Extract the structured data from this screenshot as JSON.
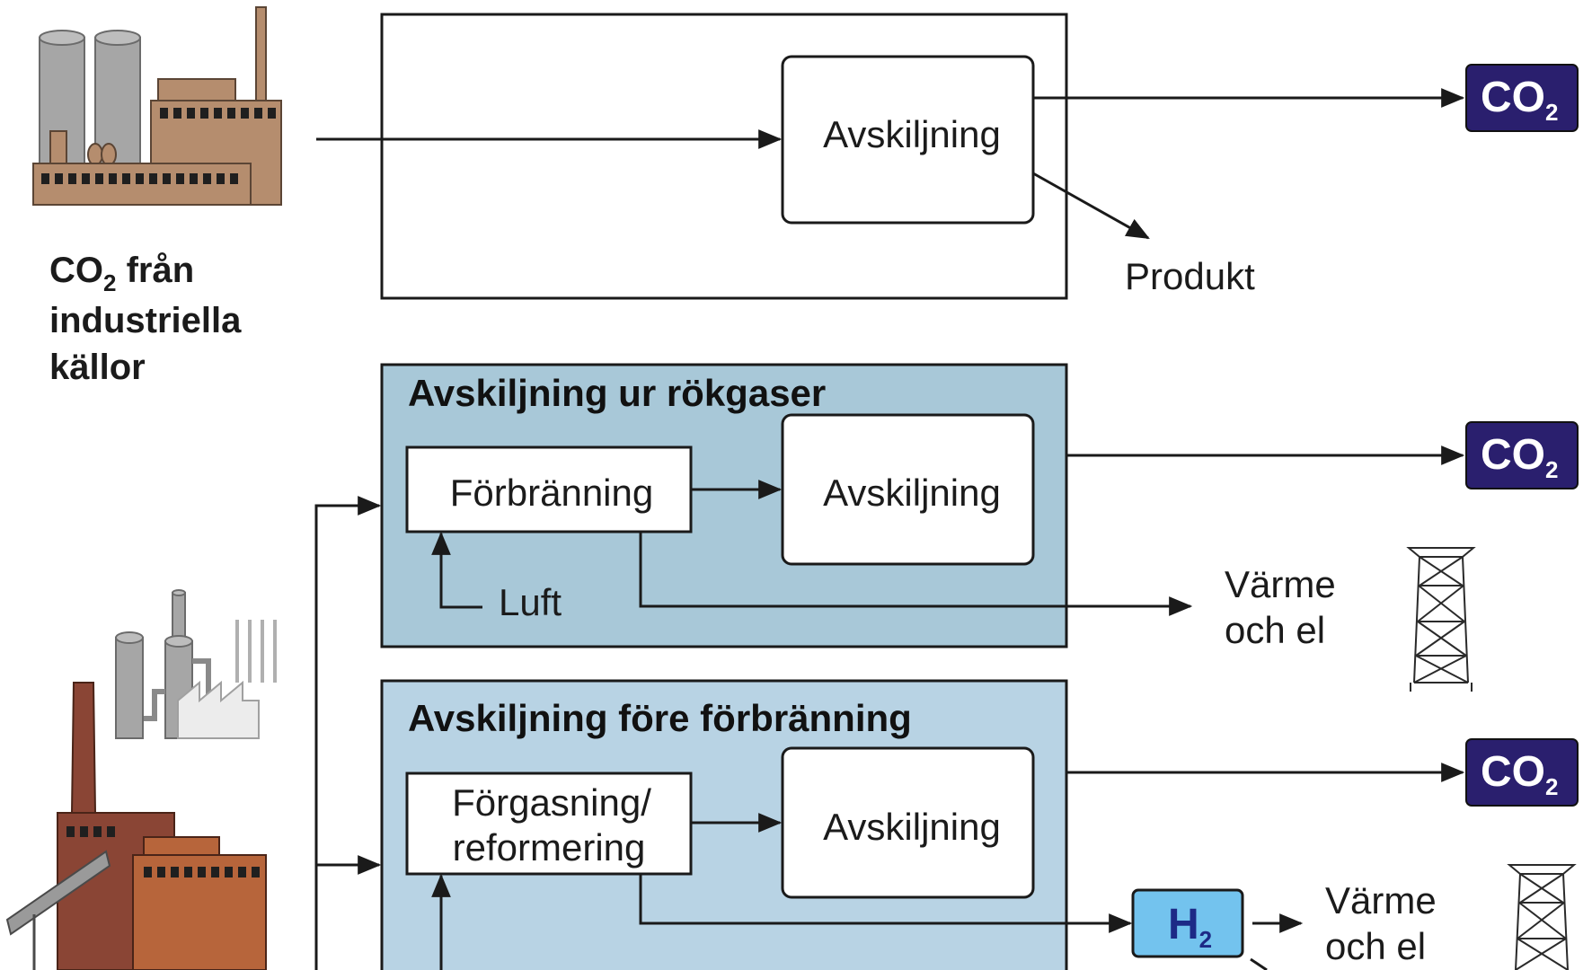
{
  "labels": {
    "source_industrial_main": "CO",
    "source_industrial_sub": "2",
    "source_industrial_rest": " från",
    "source_industrial_line2": "industriella",
    "source_industrial_line3": "källor",
    "section_flue": "Avskiljning ur rökgaser",
    "section_pre": "Avskiljning före förbränning",
    "sep_top": "Avskiljning",
    "sep_flue": "Avskiljning",
    "sep_pre": "Avskiljning",
    "combustion": "Förbränning",
    "gasification_line1": "Förgasning/",
    "gasification_line2": "reformering",
    "air": "Luft",
    "product": "Produkt",
    "heat_power_1_line1": "Värme",
    "heat_power_1_line2": "och el",
    "heat_power_2_line1": "Värme",
    "heat_power_2_line2": "och el"
  },
  "badges": {
    "co2_main": "CO",
    "co2_sub": "2",
    "h2_main": "H",
    "h2_sub": "2"
  },
  "colors": {
    "section_flue_fill": "#a8c8d8",
    "section_pre_fill": "#b8d3e4",
    "co2_badge": "#2a1f6e",
    "h2_badge": "#73c3ee",
    "industry_gray": "#a6a6a6",
    "industry_tan": "#b58d6e",
    "plant_brown": "#8a4535",
    "plant_orange": "#b7653b"
  },
  "icons": [
    "industrial-plant-icon",
    "power-plant-icon",
    "refinery-icon",
    "power-pylon-icon"
  ]
}
